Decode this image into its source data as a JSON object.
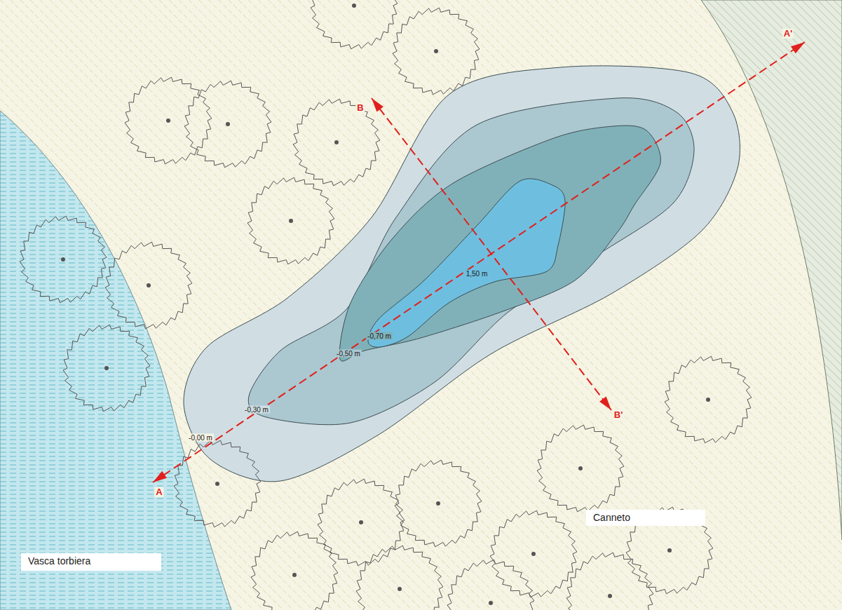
{
  "diagram": {
    "nodes": [
      {
        "text": [
          "Canneto"
        ]
      },
      {
        "text": [
          "Vasca torbiera"
        ]
      }
    ],
    "labels": [
      "B",
      "A'",
      "1,50 m",
      "-0,70 m",
      "-0,50 m",
      "-0,30 m",
      "-0,00 m",
      "A",
      "B'"
    ]
  }
}
